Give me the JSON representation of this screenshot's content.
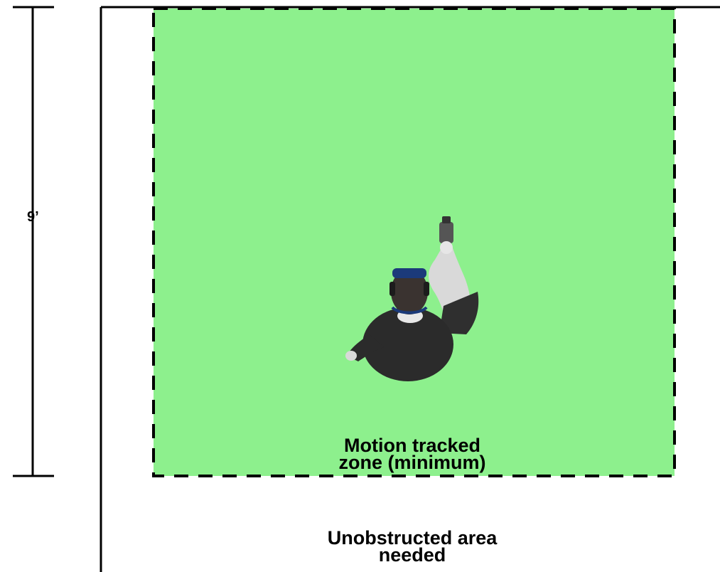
{
  "dimension": {
    "label": "9’"
  },
  "tracked_zone": {
    "label_line1": "Motion tracked",
    "label_line2": "zone (minimum)",
    "fill_color": "#8df08d"
  },
  "unobstructed_area": {
    "label_line1": "Unobstructed area",
    "label_line2": "needed"
  },
  "person": {
    "icon": "vr-user-icon"
  }
}
